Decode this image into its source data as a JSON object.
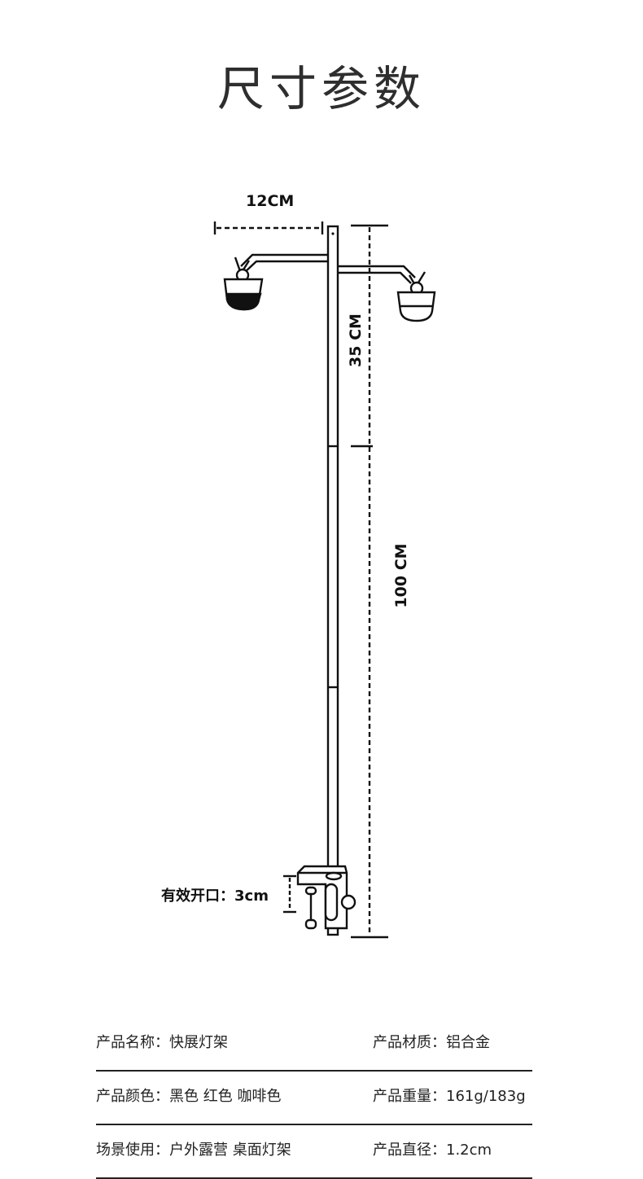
{
  "page": {
    "title": "尺寸参数"
  },
  "dimensions": {
    "width_label": "12CM",
    "upper_height_label": "35 CM",
    "total_height_label": "100 CM",
    "clamp_opening_label": "有效开口：3cm"
  },
  "specs": [
    {
      "left": "产品名称：快展灯架",
      "right": "产品材质：铝合金"
    },
    {
      "left": "产品颜色：黑色 红色 咖啡色",
      "right": "产品重量：161g/183g"
    },
    {
      "left": "场景使用：户外露营  桌面灯架",
      "right": "产品直径：1.2cm"
    }
  ]
}
